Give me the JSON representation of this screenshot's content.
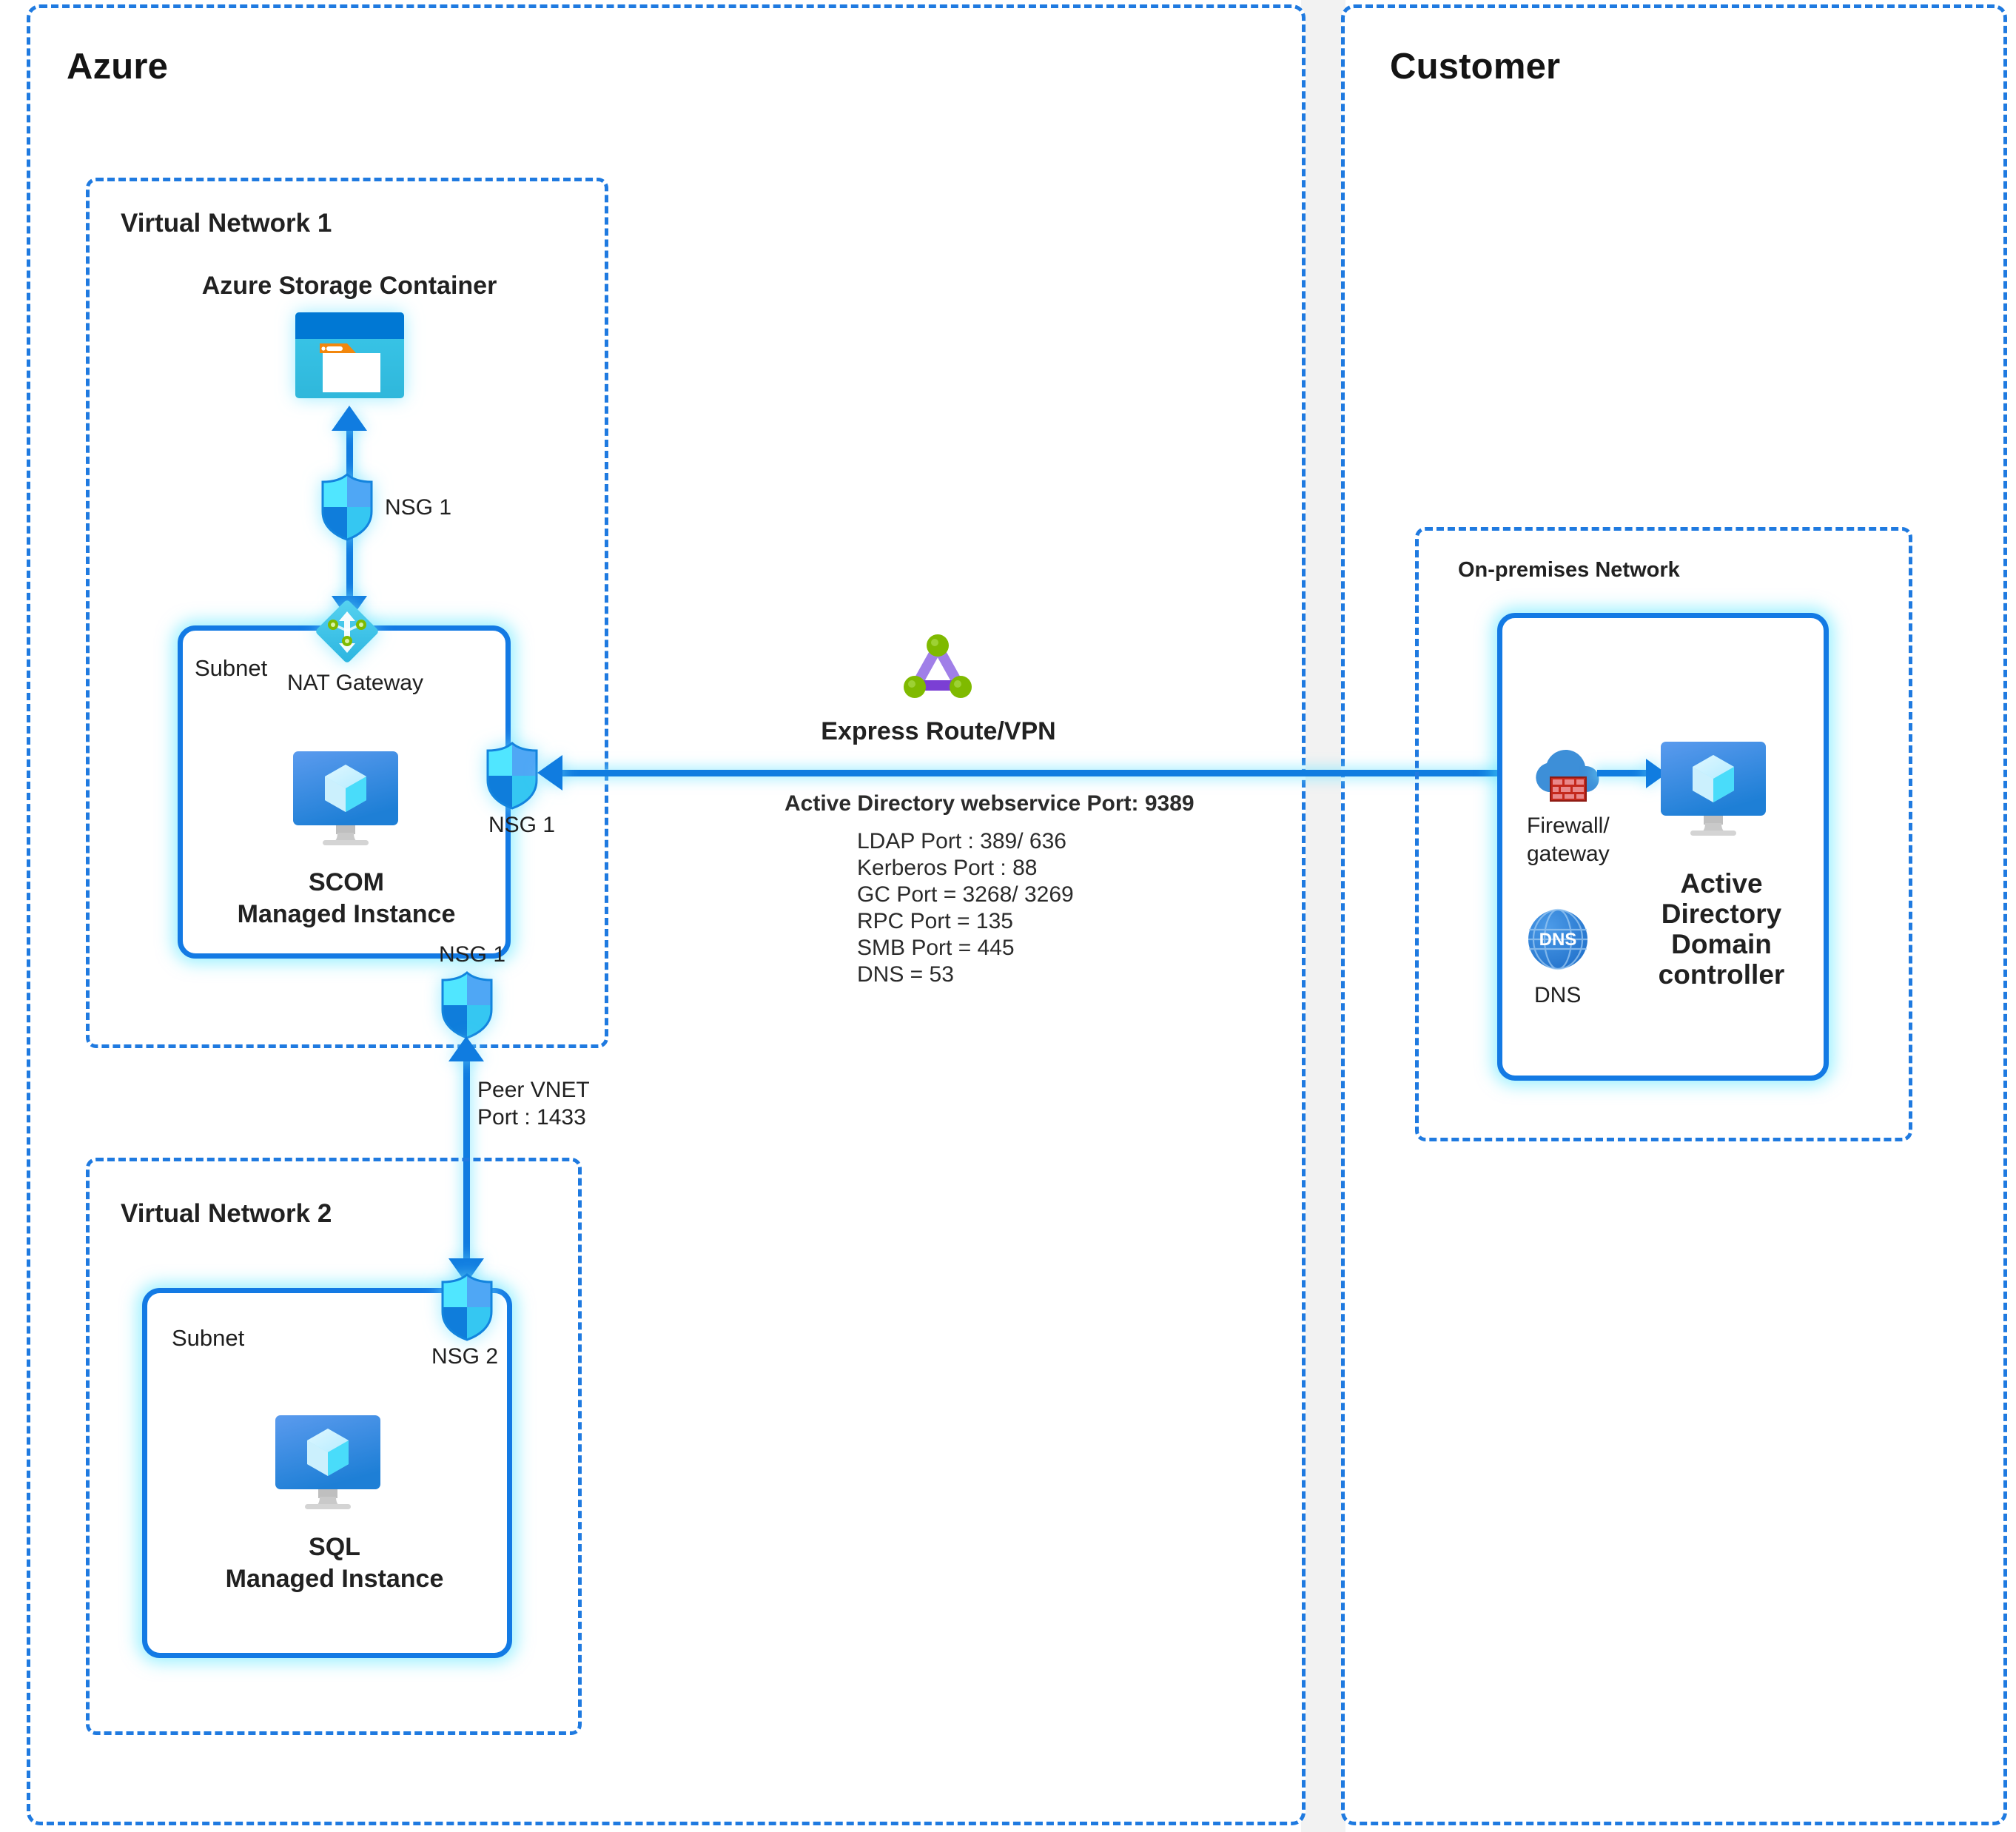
{
  "zones": {
    "azure": {
      "title": "Azure"
    },
    "customer": {
      "title": "Customer"
    }
  },
  "azure": {
    "vnet1": {
      "title": "Virtual Network 1",
      "storage": {
        "label": "Azure Storage Container",
        "icon": "azure-storage-container-icon"
      },
      "nsg_storage": {
        "label": "NSG 1",
        "icon": "shield-icon"
      },
      "subnet": {
        "title": "Subnet",
        "nat_gateway": {
          "label": "NAT Gateway",
          "icon": "nat-gateway-icon"
        },
        "scom": {
          "line1": "SCOM",
          "line2": "Managed Instance",
          "icon": "managed-instance-monitor-icon"
        },
        "nsg_east": {
          "label": "NSG 1",
          "icon": "shield-icon"
        },
        "nsg_south": {
          "label": "NSG 1",
          "icon": "shield-icon"
        }
      }
    },
    "peering": {
      "line1": "Peer VNET",
      "line2": "Port : 1433"
    },
    "vnet2": {
      "title": "Virtual Network 2",
      "subnet": {
        "title": "Subnet",
        "nsg": {
          "label": "NSG 2",
          "icon": "shield-icon"
        },
        "sql": {
          "line1": "SQL",
          "line2": "Managed Instance",
          "icon": "managed-instance-monitor-icon"
        }
      }
    }
  },
  "link": {
    "express_route": {
      "label": "Express Route/VPN",
      "icon": "express-route-icon"
    },
    "ports_heading": "Active Directory webservice Port: 9389",
    "ports": [
      "LDAP Port : 389/ 636",
      "Kerberos Port : 88",
      "GC Port = 3268/ 3269",
      "RPC Port = 135",
      "SMB Port = 445",
      "DNS = 53"
    ]
  },
  "customer": {
    "onprem": {
      "title": "On-premises Network",
      "firewall": {
        "line1": "Firewall/",
        "line2": "gateway",
        "icon": "firewall-cloud-icon"
      },
      "dns": {
        "label": "DNS",
        "badge": "DNS",
        "icon": "dns-globe-icon"
      },
      "domain_controller": {
        "line1": "Active",
        "line2": "Directory",
        "line3": "Domain",
        "line4": "controller",
        "icon": "managed-instance-monitor-icon"
      }
    }
  },
  "colors": {
    "dashed_border": "#1f7ae0",
    "solid_border": "#137ae4",
    "connector": "#107ce0",
    "glow": "#50E6FF",
    "storage_header": "#0078D4",
    "storage_body": "#32BEDD",
    "tag_orange": "#F2870D",
    "shield_light": "#50E6FF",
    "shield_mid": "#4FA7F5",
    "shield_dark": "#0F7DDB",
    "express_route_edge": "#A07FE8",
    "express_route_edge_dark": "#7B3FD4",
    "express_route_node": "#7FBA00",
    "firewall_cloud": "#3D8FD8",
    "brick_red": "#C4281C",
    "dns_blue": "#2E7CD6",
    "seam_gray": "#f2f2f2"
  }
}
